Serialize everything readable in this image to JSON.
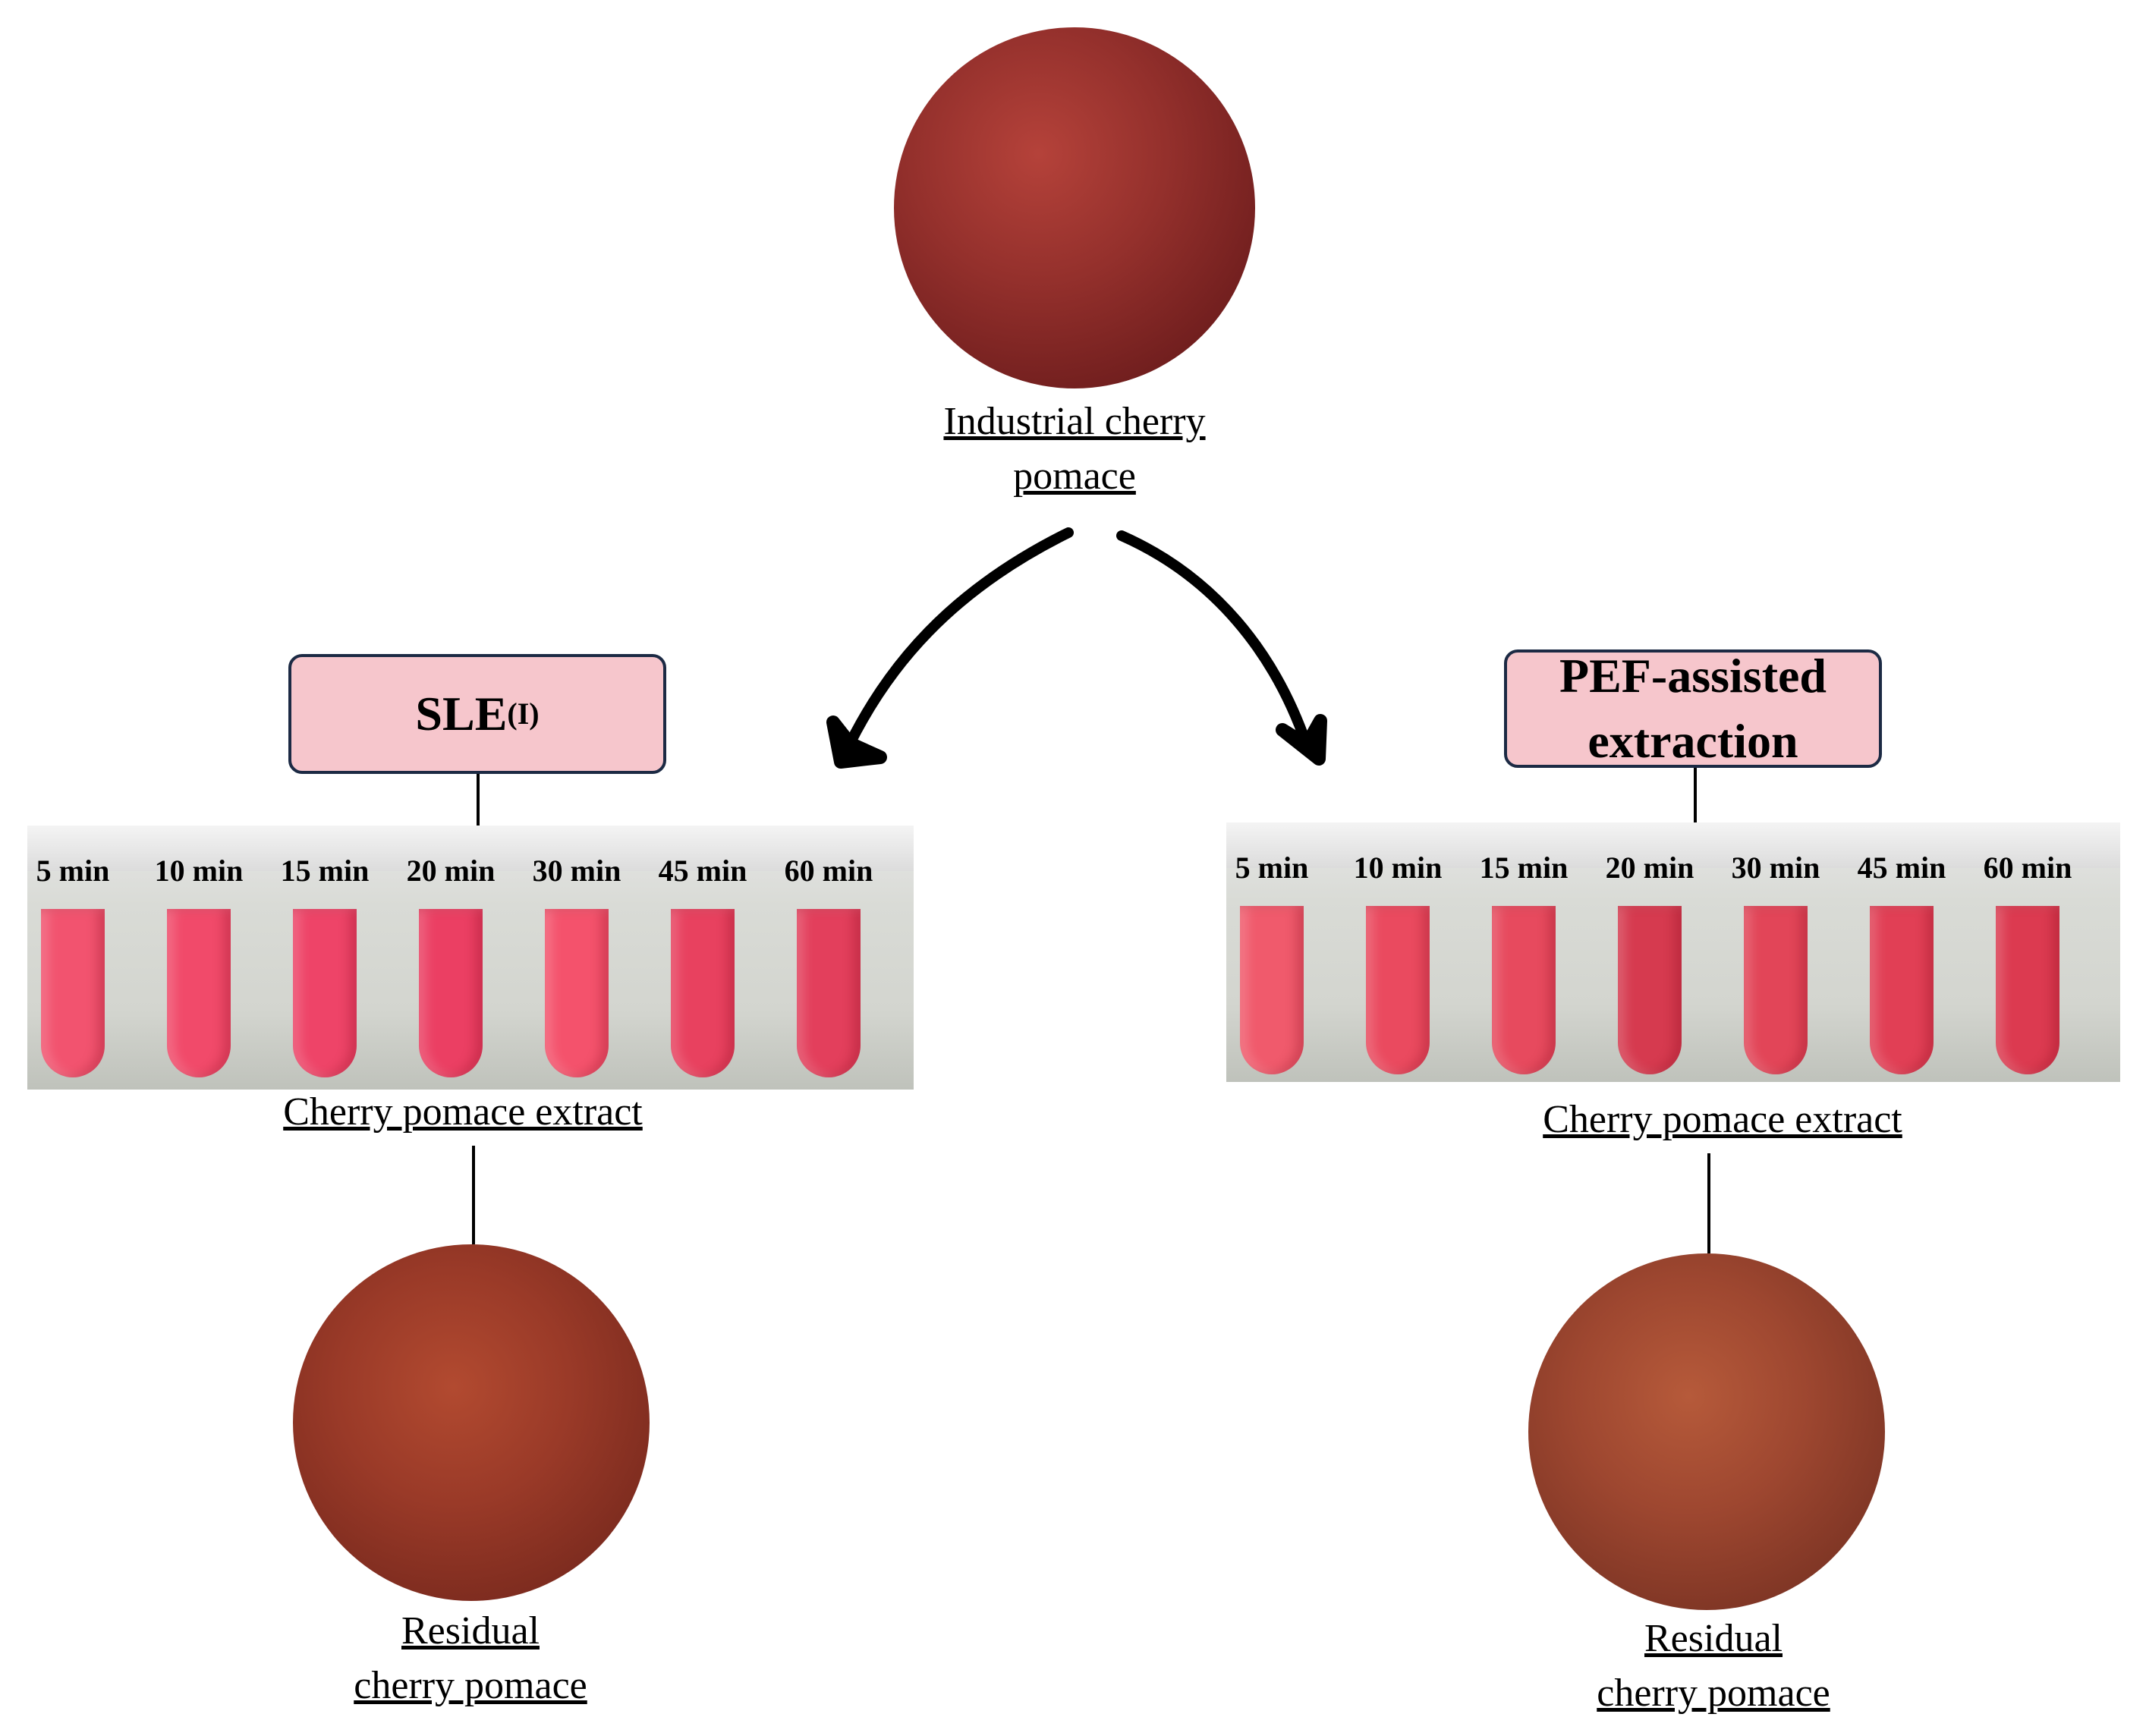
{
  "source": {
    "label_line1": "Industrial cherry",
    "label_line2": "pomace"
  },
  "methods": [
    {
      "name": "SLE",
      "subscript": "(I)",
      "extract_label": "Cherry pomace extract",
      "residue_line1": "Residual",
      "residue_line2": "cherry pomace",
      "tubes": [
        {
          "time": "5 min",
          "color": "#f2536f"
        },
        {
          "time": "10 min",
          "color": "#f14a6a"
        },
        {
          "time": "15 min",
          "color": "#ee4468"
        },
        {
          "time": "20 min",
          "color": "#eb3f63"
        },
        {
          "time": "30 min",
          "color": "#f4526c"
        },
        {
          "time": "45 min",
          "color": "#e8415f"
        },
        {
          "time": "60 min",
          "color": "#e33f5c"
        }
      ]
    },
    {
      "name_line1": "PEF-assisted",
      "name_line2": "extraction",
      "extract_label": "Cherry pomace extract",
      "residue_line1": "Residual",
      "residue_line2": "cherry pomace",
      "tubes": [
        {
          "time": "5 min",
          "color": "#f05a6c"
        },
        {
          "time": "10 min",
          "color": "#ea4a5f"
        },
        {
          "time": "15 min",
          "color": "#e74a5e"
        },
        {
          "time": "20 min",
          "color": "#d63a4f"
        },
        {
          "time": "30 min",
          "color": "#e24558"
        },
        {
          "time": "45 min",
          "color": "#e13f55"
        },
        {
          "time": "60 min",
          "color": "#dc3a50"
        }
      ]
    }
  ]
}
